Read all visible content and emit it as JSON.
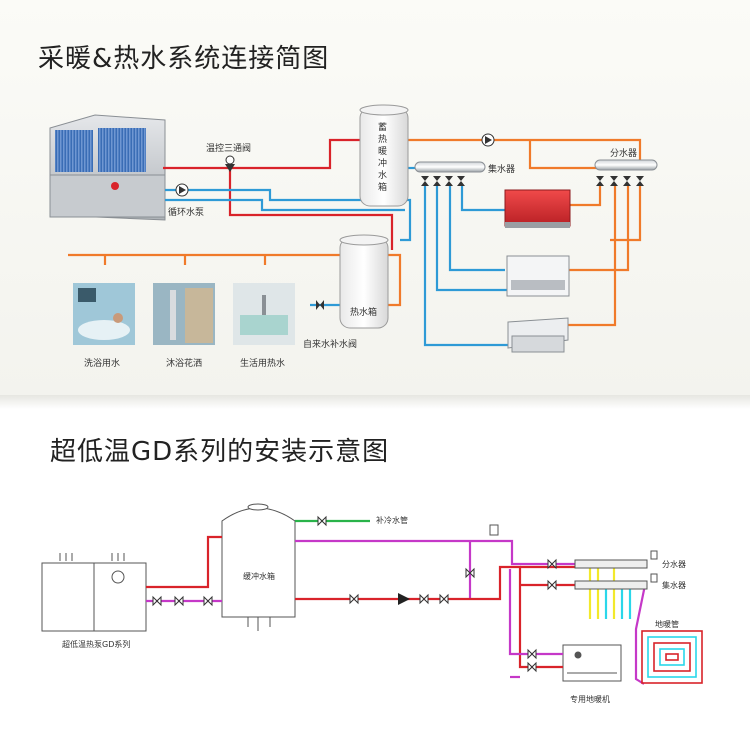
{
  "section1": {
    "title": "采暖&热水系统连接简图",
    "labels": {
      "thermo_valve": "温控三通阀",
      "circulation_pump": "循环水泵",
      "buffer_tank": "蓄热暖冲水箱",
      "collector": "集水器",
      "distributor": "分水器",
      "hot_water_tank": "热水箱",
      "tap_refill_valve": "自来水补水阀",
      "bath_water": "洗浴用水",
      "shower": "沐浴花洒",
      "domestic_hot_water": "生活用热水"
    }
  },
  "section2": {
    "title": "超低温GD系列的安装示意图",
    "labels": {
      "buffer_tank": "缓冲水箱",
      "cold_water_pipe": "补冷水管",
      "distributor": "分水器",
      "collector": "集水器",
      "floor_heating_pipe": "地暖管",
      "heat_pump_unit": "超低温热泵GD系列",
      "floor_heater": "专用地暖机"
    }
  },
  "colors": {
    "hot_pipe": "#d9232a",
    "return_pipe": "#2e9ad6",
    "domestic_pipe": "#f07a2a",
    "cold_green": "#29b34a",
    "magenta": "#c538c8",
    "floor_yellow": "#f2e92b",
    "floor_cyan": "#2ad7ea"
  }
}
